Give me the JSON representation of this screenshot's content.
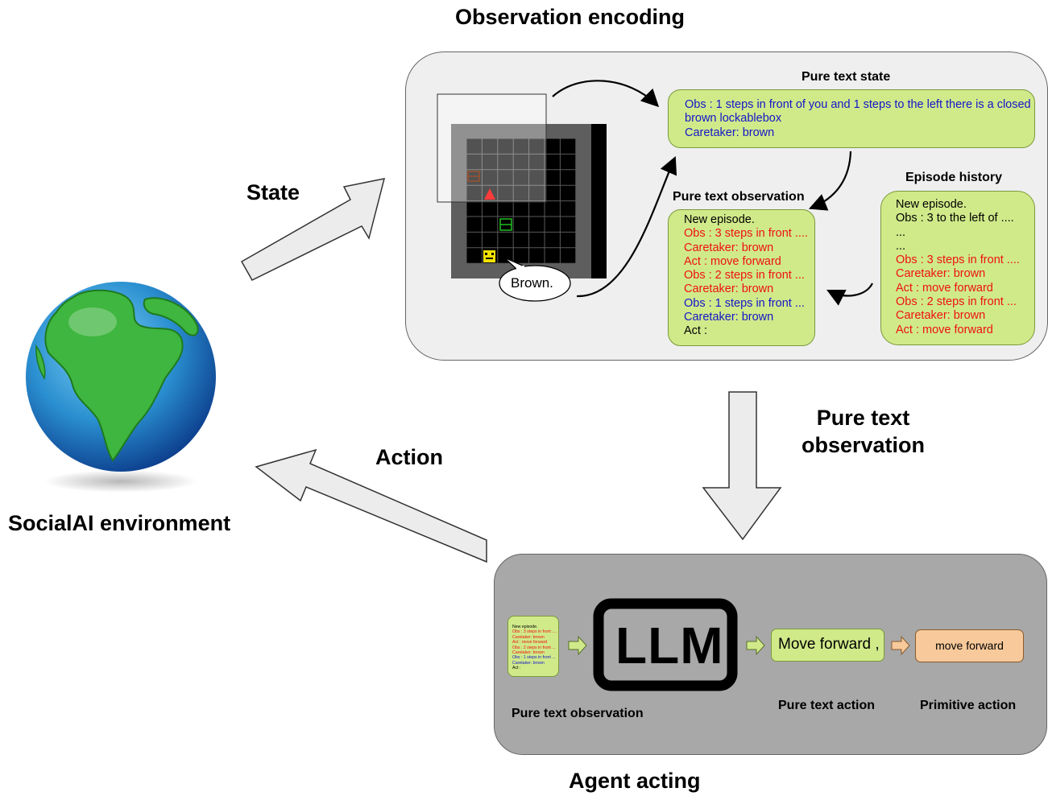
{
  "headings": {
    "observation_encoding": "Observation encoding",
    "agent_acting": "Agent acting",
    "socialai_env": "SocialAI environment",
    "state": "State",
    "action": "Action",
    "pure_text_observation_arrow": [
      "Pure text",
      "observation"
    ]
  },
  "encoding_panel": {
    "pure_text_state": {
      "title": "Pure text state",
      "lines": [
        {
          "text": "Obs : 1 steps in front of you and 1 steps to the left there is a closed",
          "color": "blue"
        },
        {
          "text": "brown lockablebox",
          "color": "blue"
        },
        {
          "text": "Caretaker: brown",
          "color": "blue"
        }
      ]
    },
    "pure_text_observation": {
      "title": "Pure text observation",
      "lines": [
        {
          "text": "New episode.",
          "color": "black"
        },
        {
          "text": "Obs : 3 steps in front ....",
          "color": "red"
        },
        {
          "text": "Caretaker: brown",
          "color": "red"
        },
        {
          "text": "Act : move forward",
          "color": "red"
        },
        {
          "text": "Obs : 2 steps in front ...",
          "color": "red"
        },
        {
          "text": "Caretaker: brown",
          "color": "red"
        },
        {
          "text": "Obs : 1 steps in front ...",
          "color": "blue"
        },
        {
          "text": "Caretaker: brown",
          "color": "blue"
        },
        {
          "text": "Act :",
          "color": "black"
        }
      ]
    },
    "episode_history": {
      "title": "Episode history",
      "lines": [
        {
          "text": "New episode.",
          "color": "black"
        },
        {
          "text": "Obs : 3 to the left of ....",
          "color": "black"
        },
        {
          "text": "...",
          "color": "black"
        },
        {
          "text": "...",
          "color": "black"
        },
        {
          "text": "Obs : 3 steps in front ....",
          "color": "red"
        },
        {
          "text": "Caretaker: brown",
          "color": "red"
        },
        {
          "text": "Act : move forward",
          "color": "red"
        },
        {
          "text": "Obs : 2 steps in front ...",
          "color": "red"
        },
        {
          "text": "Caretaker: brown",
          "color": "red"
        },
        {
          "text": "Act : move forward",
          "color": "red"
        }
      ]
    },
    "speech_bubble": "Brown."
  },
  "acting_panel": {
    "mini_observation": [
      {
        "text": "New episode.",
        "color": "black"
      },
      {
        "text": "Obs : 3 steps in front ....",
        "color": "red"
      },
      {
        "text": "Caretaker: brown",
        "color": "red"
      },
      {
        "text": "Act : move forward",
        "color": "red"
      },
      {
        "text": "Obs : 2 steps in front ...",
        "color": "red"
      },
      {
        "text": "Caretaker: brown",
        "color": "red"
      },
      {
        "text": "Obs : 1 steps in front ...",
        "color": "blue"
      },
      {
        "text": "Caretaker: brown",
        "color": "blue"
      },
      {
        "text": "Act :",
        "color": "black"
      }
    ],
    "llm_label": "LLM",
    "pure_text_action": "Move forward ,",
    "primitive_action": "move forward",
    "label_pure_text_observation": "Pure text observation",
    "label_pure_text_action": "Pure text action",
    "label_primitive_action": "Primitive action"
  },
  "colors": {
    "green_box": "#d0ea8a",
    "orange_box": "#f8c99a",
    "encoding_panel_bg": "#efefef",
    "acting_panel_bg": "#a8a8a8",
    "red": "#ee1111",
    "blue": "#1515c8"
  },
  "icons": {
    "globe": "earth-globe-icon",
    "agent": "agent-face-icon",
    "caretaker": "red-triangle-icon"
  }
}
